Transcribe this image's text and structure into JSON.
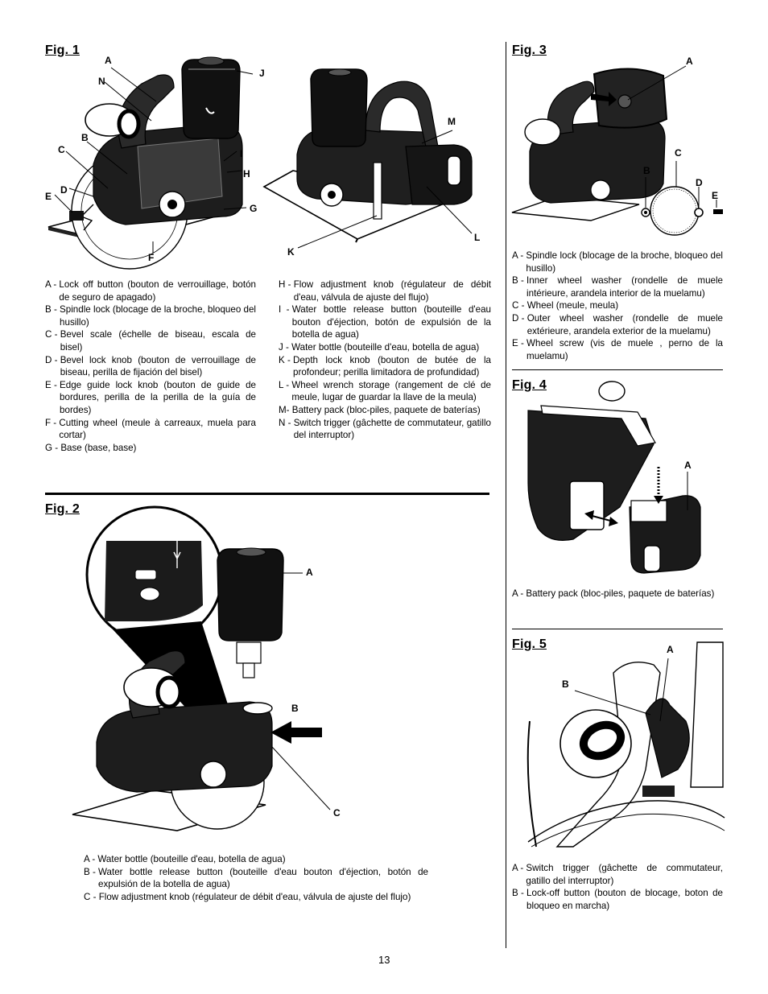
{
  "page_number": "13",
  "fig1": {
    "title": "Fig. 1",
    "callouts": [
      "A",
      "N",
      "J",
      "B",
      "C",
      "I",
      "H",
      "D",
      "E",
      "G",
      "F",
      "M",
      "K",
      "L"
    ],
    "legend_left": [
      {
        "k": "A - ",
        "t": "Lock off button (bouton de verrouillage, botón de seguro de apagado)"
      },
      {
        "k": "B - ",
        "t": "Spindle lock (blocage de la broche, bloqueo del husillo)"
      },
      {
        "k": "C - ",
        "t": "Bevel scale (échelle de biseau, escala de bisel)"
      },
      {
        "k": "D - ",
        "t": "Bevel lock knob (bouton de verrouillage de biseau, perilla de fijación del bisel)"
      },
      {
        "k": "E - ",
        "t": "Edge guide lock knob (bouton de guide de bordures, perilla de la perilla de la guía de bordes)"
      },
      {
        "k": "F - ",
        "t": "Cutting wheel (meule à carreaux, muela para cortar)"
      },
      {
        "k": "G - ",
        "t": "Base (base, base)"
      }
    ],
    "legend_right": [
      {
        "k": "H - ",
        "t": "Flow adjustment knob (régulateur de débit d'eau, válvula de ajuste del flujo)"
      },
      {
        "k": "I  - ",
        "t": "Water bottle release button (bouteille d'eau bouton d'éjection, botón de expulsión de la botella de agua)"
      },
      {
        "k": "J - ",
        "t": "Water bottle (bouteille d'eau, botella de agua)"
      },
      {
        "k": "K - ",
        "t": "Depth lock knob (bouton de butée de la profondeur; perilla limitadora de profundidad)"
      },
      {
        "k": "L - ",
        "t": "Wheel wrench storage (rangement de clé de meule, lugar de guardar la llave de la meula)"
      },
      {
        "k": "M- ",
        "t": "Battery pack (bloc-piles, paquete de baterías)"
      },
      {
        "k": "N - ",
        "t": "Switch trigger (gâchette de commutateur, gatillo del interruptor)"
      }
    ]
  },
  "fig2": {
    "title": "Fig. 2",
    "callouts": [
      "A",
      "B",
      "C"
    ],
    "legend": [
      {
        "k": "A - ",
        "t": "Water bottle (bouteille d'eau, botella de agua)"
      },
      {
        "k": "B - ",
        "t": "Water bottle release button (bouteille d'eau bouton d'éjection, botón de expulsión de la botella de agua)"
      },
      {
        "k": "C - ",
        "t": "Flow adjustment knob (régulateur de débit d'eau, válvula de ajuste del flujo)"
      }
    ]
  },
  "fig3": {
    "title": "Fig. 3",
    "callouts": [
      "A",
      "B",
      "C",
      "D",
      "E"
    ],
    "legend": [
      {
        "k": "A - ",
        "t": "Spindle lock (blocage de la broche, bloqueo del husillo)"
      },
      {
        "k": "B - ",
        "t": "Inner wheel washer (rondelle de muele intérieure, arandela interior de la muelamu)"
      },
      {
        "k": "C - ",
        "t": "Wheel (meule, meula)"
      },
      {
        "k": "D - ",
        "t": "Outer wheel washer (rondelle de muele extérieure, arandela exterior de la muelamu)"
      },
      {
        "k": "E - ",
        "t": "Wheel screw (vis de muele , perno de la muelamu)"
      }
    ]
  },
  "fig4": {
    "title": "Fig. 4",
    "callouts": [
      "A"
    ],
    "legend": [
      {
        "k": "A - ",
        "t": "Battery pack (bloc-piles, paquete de baterías)"
      }
    ]
  },
  "fig5": {
    "title": "Fig. 5",
    "callouts": [
      "A",
      "B"
    ],
    "legend": [
      {
        "k": "A - ",
        "t": "Switch trigger (gâchette de commutateur, gatillo del interruptor)"
      },
      {
        "k": "B - ",
        "t": "Lock-off button (bouton de blocage, boton de bloqueo en marcha)"
      }
    ]
  }
}
